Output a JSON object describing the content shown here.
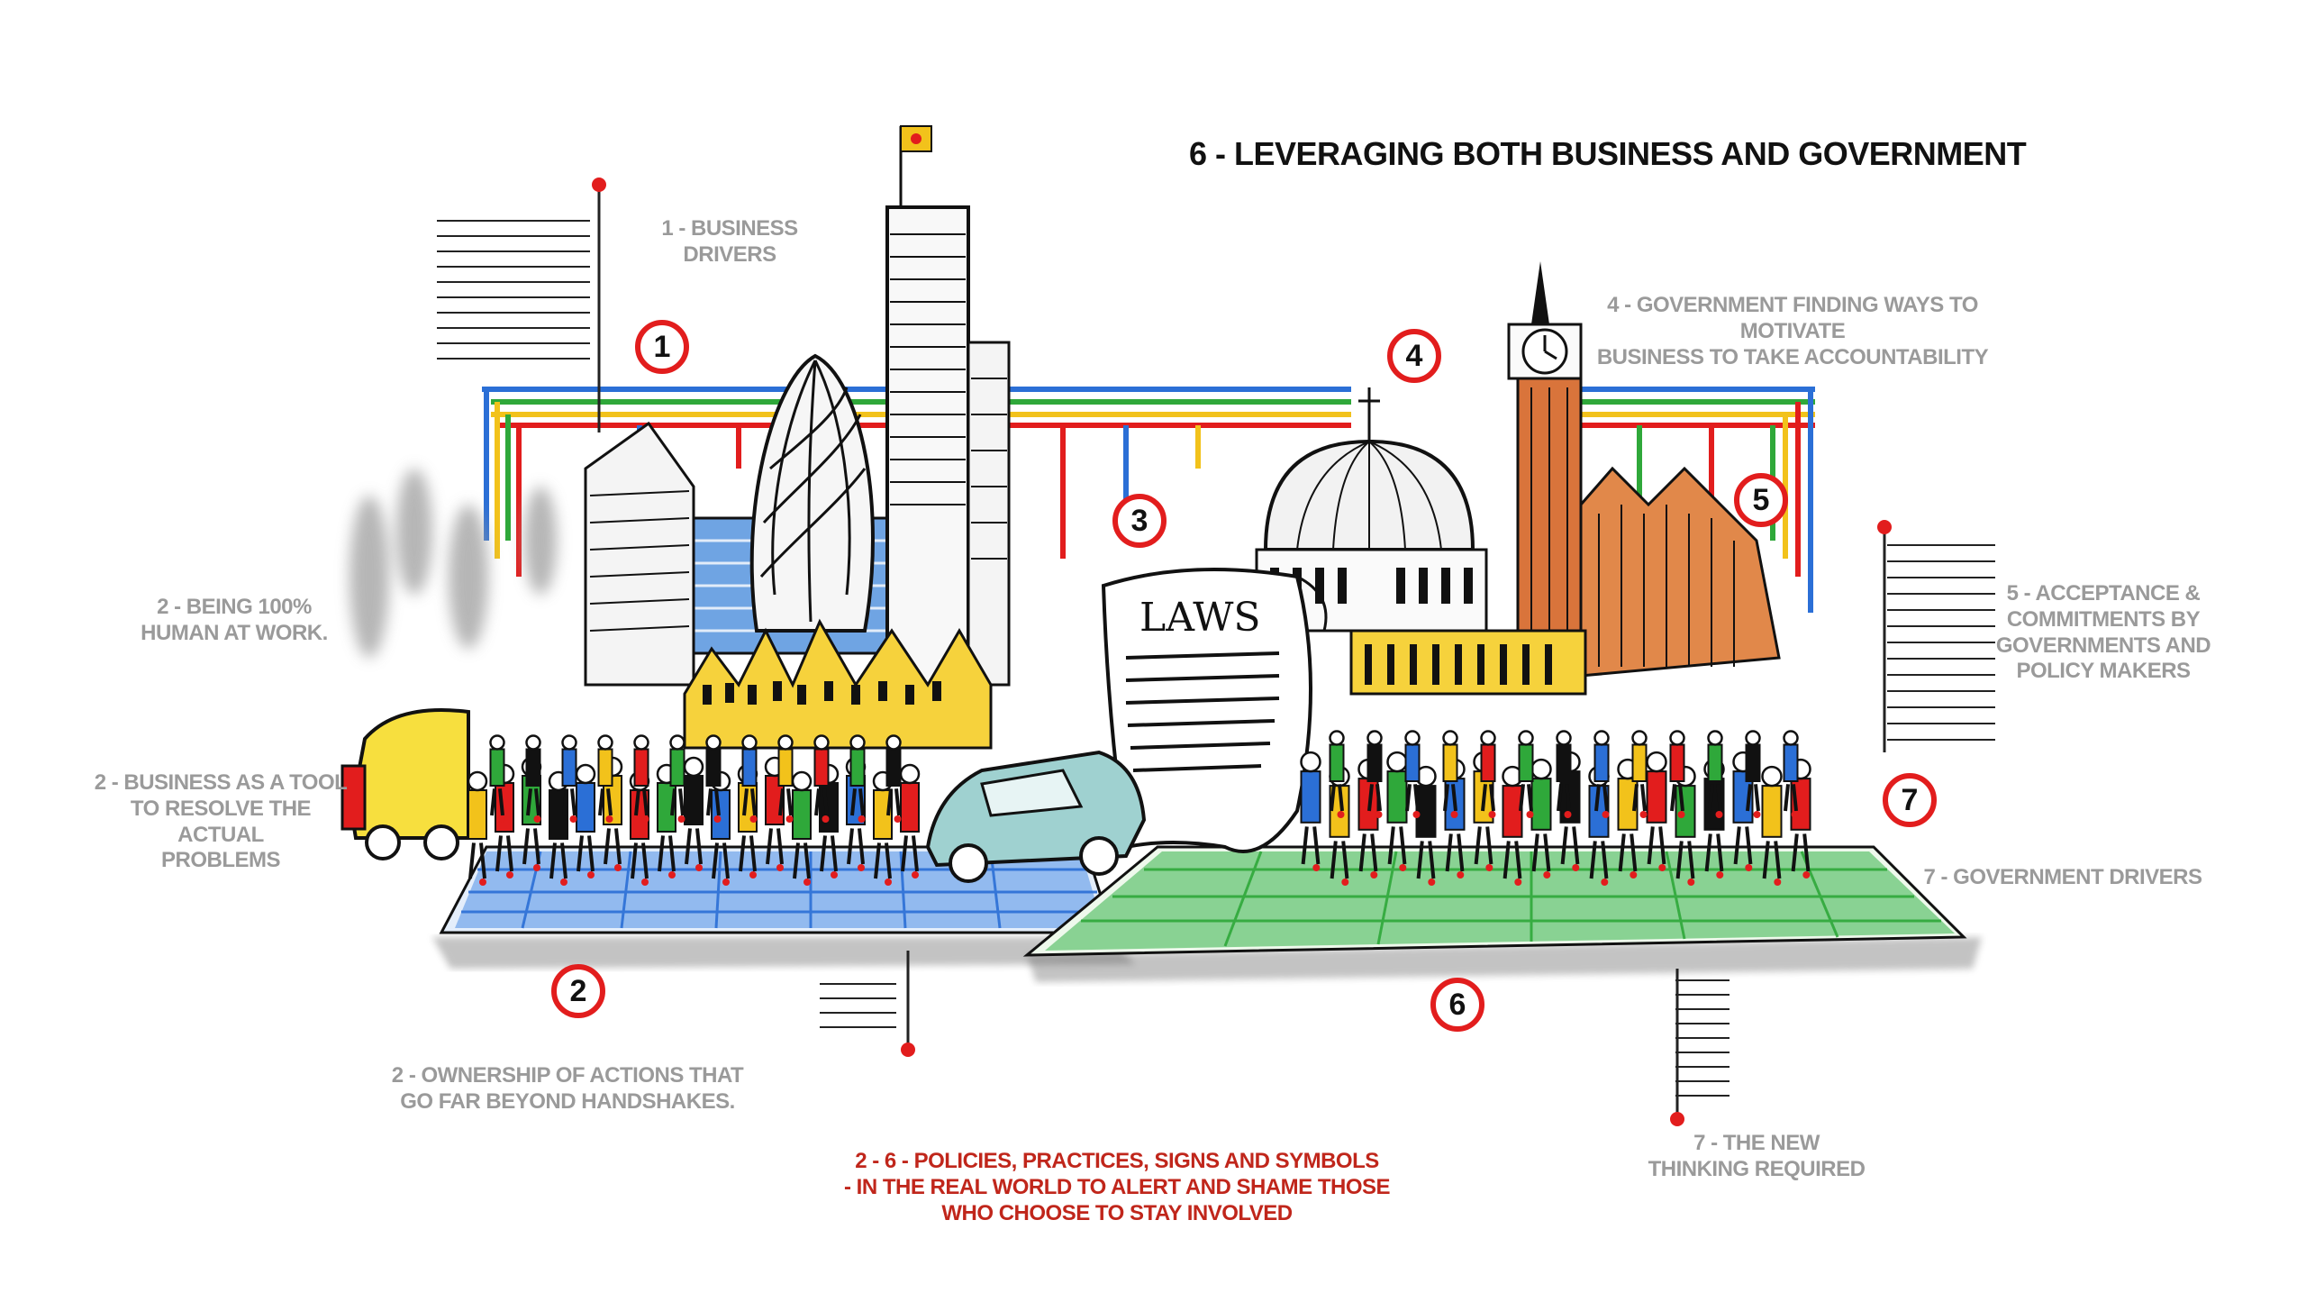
{
  "title": "6 - LEVERAGING BOTH BUSINESS AND GOVERNMENT",
  "labels": {
    "business_drivers": [
      "1 - BUSINESS",
      "DRIVERS"
    ],
    "human_at_work": [
      "2 - BEING 100%",
      "HUMAN AT WORK."
    ],
    "business_tool": [
      "2 - BUSINESS AS A TOOL",
      "TO RESOLVE THE ACTUAL",
      "PROBLEMS"
    ],
    "ownership": [
      "2 - OWNERSHIP OF ACTIONS THAT",
      "GO FAR BEYOND HANDSHAKES."
    ],
    "policies": [
      "2 - 6 - POLICIES, PRACTICES, SIGNS AND SYMBOLS",
      "- IN THE REAL WORLD TO ALERT AND SHAME THOSE",
      "WHO CHOOSE TO  STAY INVOLVED"
    ],
    "government_motivate": [
      "4 - GOVERNMENT FINDING WAYS TO MOTIVATE",
      "BUSINESS TO TAKE ACCOUNTABILITY"
    ],
    "acceptance": [
      "5 - ACCEPTANCE &",
      "COMMITMENTS BY",
      "GOVERNMENTS AND",
      "POLICY MAKERS"
    ],
    "government_drivers": [
      "7 - GOVERNMENT DRIVERS"
    ],
    "new_thinking": [
      "7 - THE NEW",
      "THINKING REQUIRED"
    ]
  },
  "markers": {
    "m1": "1",
    "m2": "2",
    "m3": "3",
    "m4": "4",
    "m5": "5",
    "m6": "6",
    "m7": "7"
  },
  "laws_text": "LAWS",
  "colors": {
    "red": "#e21d1d",
    "blue": "#2b6fd6",
    "green": "#2fa83a",
    "yellow": "#f2c21b",
    "grey_text": "#9a9a9a",
    "title_text": "#111111",
    "policy_text": "#c0261b"
  }
}
